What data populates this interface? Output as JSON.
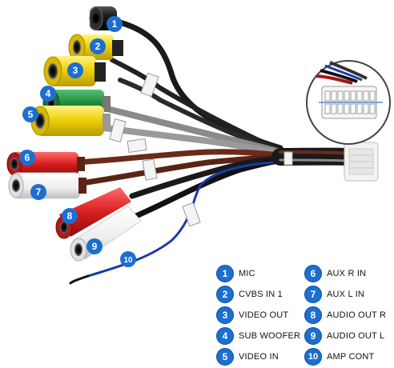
{
  "legend": [
    {
      "number": "1",
      "label": "MIC"
    },
    {
      "number": "2",
      "label": "CVBS IN 1"
    },
    {
      "number": "3",
      "label": "VIDEO OUT"
    },
    {
      "number": "4",
      "label": "SUB WOOFER"
    },
    {
      "number": "5",
      "label": "VIDEO IN"
    },
    {
      "number": "6",
      "label": "AUX R IN"
    },
    {
      "number": "7",
      "label": "AUX L IN"
    },
    {
      "number": "8",
      "label": "AUDIO OUT R"
    },
    {
      "number": "9",
      "label": "AUDIO OUT L"
    },
    {
      "number": "10",
      "label": "AMP CONT"
    }
  ],
  "callouts": [
    "1",
    "2",
    "3",
    "4",
    "5",
    "6",
    "7",
    "8",
    "9",
    "10"
  ],
  "colors": {
    "badge": "#1c6fd0",
    "cable_black": "#1a1a1a",
    "cable_grey": "#8a8a8a",
    "cable_brown": "#6b2a1a",
    "cable_blue": "#1a3aa8",
    "yellow_plug": "#f0d20a",
    "green_plug": "#1f8a3a",
    "red_plug": "#d81e1e",
    "white_plug": "#f2f2f2"
  }
}
